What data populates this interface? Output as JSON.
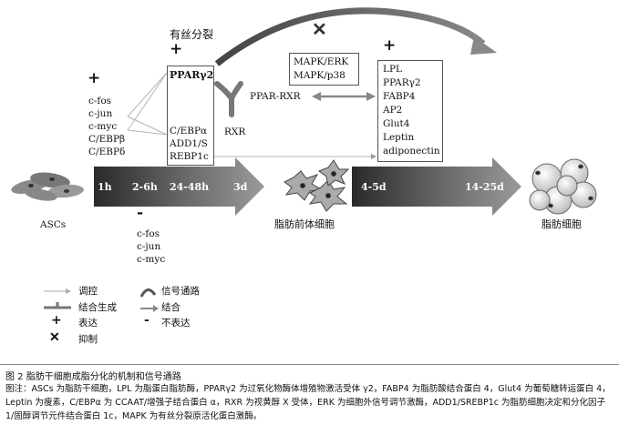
{
  "stages": {
    "ascs": "ASCs",
    "preadipocyte": "脂肪前体细胞",
    "adipocyte": "脂肪细胞"
  },
  "timeline": [
    "1h",
    "2-6h",
    "24-48h",
    "3d",
    "4-5d",
    "14-25d"
  ],
  "mitotic_label": "有丝分裂",
  "early_genes": [
    "c-fos",
    "c-jun",
    "c-myc",
    "C/EBPβ",
    "C/EBPδ"
  ],
  "not_expressed_genes": [
    "c-fos",
    "c-jun",
    "c-myc"
  ],
  "pparg_box": {
    "title": "PPARγ2",
    "items": [
      "C/EBPα",
      "ADD1/S",
      "REBP1c"
    ]
  },
  "mapk_box": [
    "MAPK/ERK",
    "MAPK/p38"
  ],
  "ppar_rxr": "PPAR-RXR",
  "rxr": "RXR",
  "late_genes": [
    "LPL",
    "PPARγ2",
    "FABP4",
    "AP2",
    "Glut4",
    "Leptin",
    "adiponectin"
  ],
  "symbols": {
    "plus": "+",
    "minus": "-",
    "cross": "✕"
  },
  "legend": {
    "regulate": "调控",
    "signal": "信号通路",
    "binding_generate": "结合生成",
    "binding": "结合",
    "express": "表达",
    "not_express": "不表达",
    "inhibit": "抑制"
  },
  "figure_title": "图 2   脂肪干细胞成脂分化的机制和信号通路",
  "figure_note": "图注：ASCs 为脂肪干细胞，LPL 为脂蛋白脂肪酶，PPARγ2 为过氧化物酶体增殖物激活受体 γ2，FABP4 为脂肪酸结合蛋白 4，Glut4 为葡萄糖转运蛋白 4，Leptin 为瘦素，C/EBPα 为 CCAAT/增强子结合蛋白 α，RXR 为视黄醇 X 受体，ERK 为细胞外信号调节激酶，ADD1/SREBP1c 为脂肪细胞决定和分化因子 1/固醇调节元件结合蛋白 1c，MAPK 为有丝分裂原活化蛋白激酶。"
}
